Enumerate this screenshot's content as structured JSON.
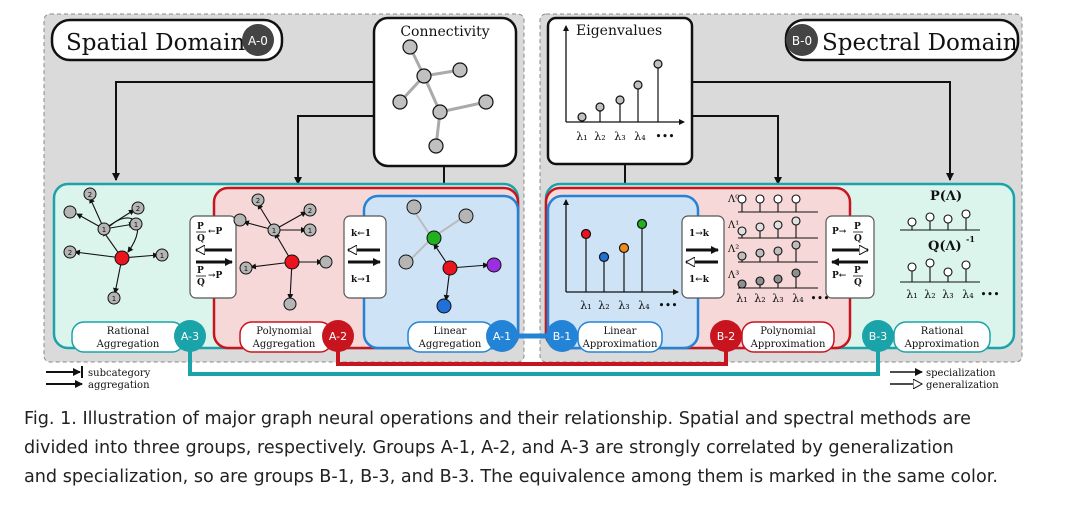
{
  "domains": {
    "spatial": {
      "title": "Spatial Domain",
      "badge": "A-0"
    },
    "spectral": {
      "title": "Spectral Domain",
      "badge": "B-0"
    }
  },
  "connectivity": {
    "title": "Connectivity"
  },
  "eigenvalues": {
    "title": "Eigenvalues",
    "axis_labels": [
      "λ₁",
      "λ₂",
      "λ₃",
      "λ₄",
      "•••"
    ]
  },
  "groups": {
    "a3": {
      "badge": "A-3",
      "label_line1": "Rational",
      "label_line2": "Aggregation",
      "color": "#1aa3a8"
    },
    "a2": {
      "badge": "A-2",
      "label_line1": "Polynomial",
      "label_line2": "Aggregation",
      "color": "#c8141e"
    },
    "a1": {
      "badge": "A-1",
      "label_line1": "Linear",
      "label_line2": "Aggregation",
      "color": "#2383d6"
    },
    "b1": {
      "badge": "B-1",
      "label_line1": "Linear",
      "label_line2": "Approximation",
      "color": "#2383d6"
    },
    "b2": {
      "badge": "B-2",
      "label_line1": "Polynomial",
      "label_line2": "Approximation",
      "color": "#c8141e"
    },
    "b3": {
      "badge": "B-3",
      "label_line1": "Rational",
      "label_line2": "Approximation",
      "color": "#1aa3a8"
    }
  },
  "node_labels": {
    "rational": [
      "2",
      "1",
      "2",
      "1",
      "2",
      "1",
      "1"
    ],
    "polynomial": [
      "2",
      "1",
      "2",
      "1",
      "1"
    ]
  },
  "transforms": {
    "pq_top_num": "P",
    "pq_top_den": "Q",
    "pq_top_arrow": "←P",
    "pq_bot_num": "P",
    "pq_bot_den": "Q",
    "pq_bot_arrow": "→P",
    "k_top": "k←1",
    "k_bot": "k→1",
    "lin_top": "1→k",
    "lin_bot": "1←k",
    "ratapx_top": "P→",
    "ratapx_top_num": "P",
    "ratapx_top_den": "Q",
    "ratapx_bot": "P←",
    "ratapx_bot_num": "P",
    "ratapx_bot_den": "Q"
  },
  "lambda_powers": [
    "Λ⁰",
    "Λ¹",
    "Λ²",
    "Λ³"
  ],
  "rational_formula": {
    "numerator": "P(Λ)",
    "denominator": "Q(Λ)",
    "exponent": "-1"
  },
  "legend_left": {
    "subcategory": "subcategory",
    "aggregation": "aggregation"
  },
  "legend_right": {
    "specialization": "specialization",
    "generalization": "generalization"
  },
  "caption": [
    "Fig. 1.  Illustration of major graph neural operations and their relationship. Spatial and spectral methods are",
    "divided into three groups, respectively. Groups A-1, A-2, and A-3 are strongly correlated by generalization",
    "and specialization, so are groups B-1, B-3, and B-3. The equivalence among them is marked in the same color."
  ]
}
